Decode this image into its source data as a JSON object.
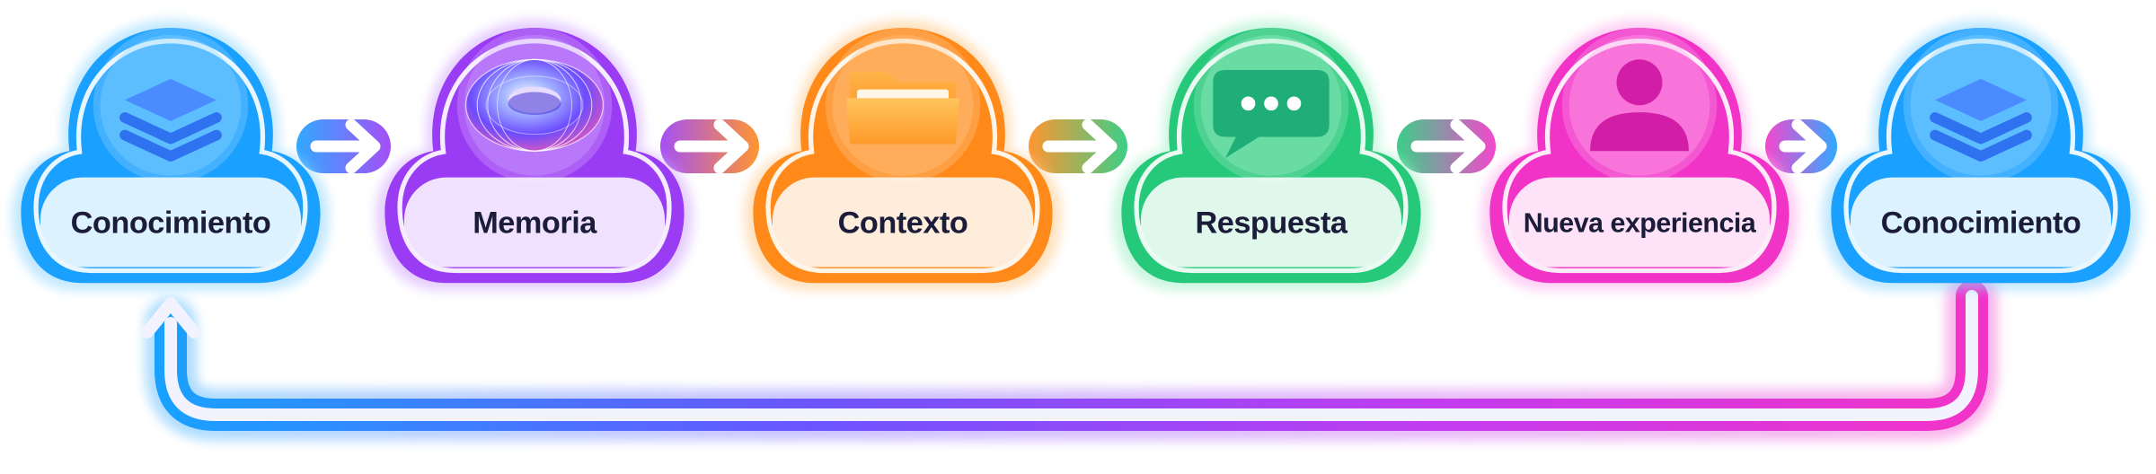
{
  "diagram": {
    "nodes": [
      {
        "label": "Conocimiento",
        "icon": "layers-stack-icon",
        "color": "#1aa0ff",
        "glow": "#8fd6ff"
      },
      {
        "label": "Memoria",
        "icon": "torus-memory-icon",
        "color": "#9b3cf5",
        "glow": "#d2a6ff"
      },
      {
        "label": "Contexto",
        "icon": "folder-icon",
        "color": "#ff8a1a",
        "glow": "#ffc98a"
      },
      {
        "label": "Respuesta",
        "icon": "chat-bubble-icon",
        "color": "#26c97a",
        "glow": "#9ff0c6"
      },
      {
        "label": "Nueva experiencia",
        "icon": "user-icon",
        "color": "#f233c8",
        "glow": "#ffa9ec"
      },
      {
        "label": "Conocimiento",
        "icon": "layers-stack-icon",
        "color": "#1aa0ff",
        "glow": "#8fd6ff"
      }
    ],
    "arrow_color": "#ffffff",
    "loop_gradient": [
      "#1aa0ff",
      "#7a4dff",
      "#c93cf0",
      "#f233c8"
    ]
  }
}
